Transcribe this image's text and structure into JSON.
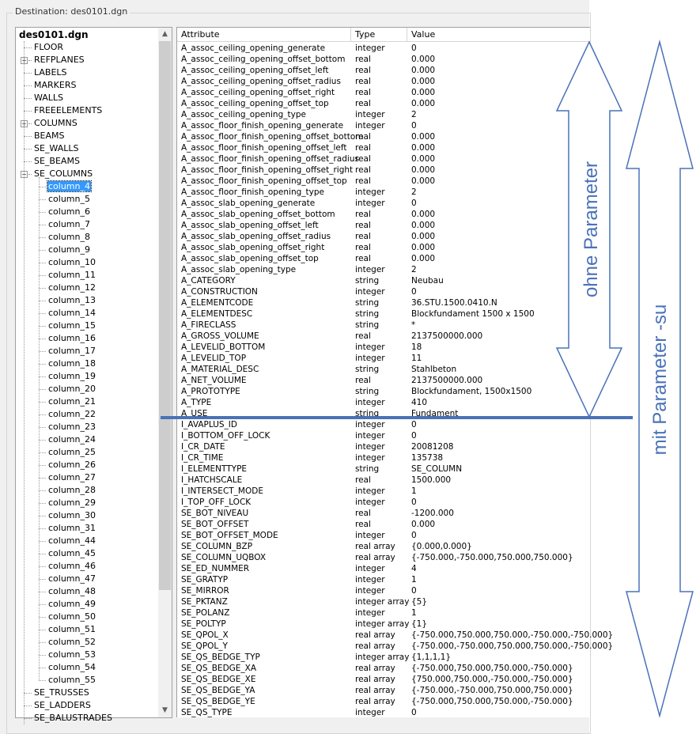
{
  "window": {
    "group_title": "Destination: des0101.dgn"
  },
  "tree": {
    "root": "des0101.dgn",
    "items": [
      {
        "label": "FLOOR",
        "expander": false
      },
      {
        "label": "REFPLANES",
        "expander": true
      },
      {
        "label": "LABELS",
        "expander": false
      },
      {
        "label": "MARKERS",
        "expander": false
      },
      {
        "label": "WALLS",
        "expander": false
      },
      {
        "label": "FREEELEMENTS",
        "expander": false
      },
      {
        "label": "COLUMNS",
        "expander": true
      },
      {
        "label": "BEAMS",
        "expander": false
      },
      {
        "label": "SE_WALLS",
        "expander": false
      },
      {
        "label": "SE_BEAMS",
        "expander": false
      },
      {
        "label": "SE_COLUMNS",
        "expander": true,
        "expanded": true
      }
    ],
    "children": [
      "column_4",
      "column_5",
      "column_6",
      "column_7",
      "column_8",
      "column_9",
      "column_10",
      "column_11",
      "column_12",
      "column_13",
      "column_14",
      "column_15",
      "column_16",
      "column_17",
      "column_18",
      "column_19",
      "column_20",
      "column_21",
      "column_22",
      "column_23",
      "column_24",
      "column_25",
      "column_26",
      "column_27",
      "column_28",
      "column_29",
      "column_30",
      "column_31",
      "column_44",
      "column_45",
      "column_46",
      "column_47",
      "column_48",
      "column_49",
      "column_50",
      "column_51",
      "column_52",
      "column_53",
      "column_54",
      "column_55"
    ],
    "selected": "column_4",
    "after": [
      "SE_TRUSSES",
      "SE_LADDERS",
      "SE_BALUSTRADES"
    ]
  },
  "table": {
    "headers": [
      "Attribute",
      "Type",
      "Value"
    ],
    "rows": [
      [
        "A_assoc_ceiling_opening_generate",
        "integer",
        "0"
      ],
      [
        "A_assoc_ceiling_opening_offset_bottom",
        "real",
        "0.000"
      ],
      [
        "A_assoc_ceiling_opening_offset_left",
        "real",
        "0.000"
      ],
      [
        "A_assoc_ceiling_opening_offset_radius",
        "real",
        "0.000"
      ],
      [
        "A_assoc_ceiling_opening_offset_right",
        "real",
        "0.000"
      ],
      [
        "A_assoc_ceiling_opening_offset_top",
        "real",
        "0.000"
      ],
      [
        "A_assoc_ceiling_opening_type",
        "integer",
        "2"
      ],
      [
        "A_assoc_floor_finish_opening_generate",
        "integer",
        "0"
      ],
      [
        "A_assoc_floor_finish_opening_offset_bottom",
        "real",
        "0.000"
      ],
      [
        "A_assoc_floor_finish_opening_offset_left",
        "real",
        "0.000"
      ],
      [
        "A_assoc_floor_finish_opening_offset_radius",
        "real",
        "0.000"
      ],
      [
        "A_assoc_floor_finish_opening_offset_right",
        "real",
        "0.000"
      ],
      [
        "A_assoc_floor_finish_opening_offset_top",
        "real",
        "0.000"
      ],
      [
        "A_assoc_floor_finish_opening_type",
        "integer",
        "2"
      ],
      [
        "A_assoc_slab_opening_generate",
        "integer",
        "0"
      ],
      [
        "A_assoc_slab_opening_offset_bottom",
        "real",
        "0.000"
      ],
      [
        "A_assoc_slab_opening_offset_left",
        "real",
        "0.000"
      ],
      [
        "A_assoc_slab_opening_offset_radius",
        "real",
        "0.000"
      ],
      [
        "A_assoc_slab_opening_offset_right",
        "real",
        "0.000"
      ],
      [
        "A_assoc_slab_opening_offset_top",
        "real",
        "0.000"
      ],
      [
        "A_assoc_slab_opening_type",
        "integer",
        "2"
      ],
      [
        "A_CATEGORY",
        "string",
        "Neubau"
      ],
      [
        "A_CONSTRUCTION",
        "integer",
        "0"
      ],
      [
        "A_ELEMENTCODE",
        "string",
        "36.STU.1500.0410.N"
      ],
      [
        "A_ELEMENTDESC",
        "string",
        "Blockfundament 1500 x 1500"
      ],
      [
        "A_FIRECLASS",
        "string",
        "*"
      ],
      [
        "A_GROSS_VOLUME",
        "real",
        "2137500000.000"
      ],
      [
        "A_LEVELID_BOTTOM",
        "integer",
        "18"
      ],
      [
        "A_LEVELID_TOP",
        "integer",
        "11"
      ],
      [
        "A_MATERIAL_DESC",
        "string",
        "Stahlbeton"
      ],
      [
        "A_NET_VOLUME",
        "real",
        "2137500000.000"
      ],
      [
        "A_PROTOTYPE",
        "string",
        "Blockfundament, 1500x1500"
      ],
      [
        "A_TYPE",
        "integer",
        "410"
      ],
      [
        "A_USE",
        "string",
        "Fundament"
      ],
      [
        "I_AVAPLUS_ID",
        "integer",
        "0"
      ],
      [
        "I_BOTTOM_OFF_LOCK",
        "integer",
        "0"
      ],
      [
        "I_CR_DATE",
        "integer",
        "20081208"
      ],
      [
        "I_CR_TIME",
        "integer",
        "135738"
      ],
      [
        "I_ELEMENTTYPE",
        "string",
        "SE_COLUMN"
      ],
      [
        "I_HATCHSCALE",
        "real",
        "1500.000"
      ],
      [
        "I_INTERSECT_MODE",
        "integer",
        "1"
      ],
      [
        "I_TOP_OFF_LOCK",
        "integer",
        "0"
      ],
      [
        "SE_BOT_NIVEAU",
        "real",
        "-1200.000"
      ],
      [
        "SE_BOT_OFFSET",
        "real",
        "0.000"
      ],
      [
        "SE_BOT_OFFSET_MODE",
        "integer",
        "0"
      ],
      [
        "SE_COLUMN_BZP",
        "real array",
        "{0.000,0.000}"
      ],
      [
        "SE_COLUMN_UQBOX",
        "real array",
        "{-750.000,-750.000,750.000,750.000}"
      ],
      [
        "SE_ED_NUMMER",
        "integer",
        "4"
      ],
      [
        "SE_GRATYP",
        "integer",
        "1"
      ],
      [
        "SE_MIRROR",
        "integer",
        "0"
      ],
      [
        "SE_PKTANZ",
        "integer array",
        "{5}"
      ],
      [
        "SE_POLANZ",
        "integer",
        "1"
      ],
      [
        "SE_POLTYP",
        "integer array",
        "{1}"
      ],
      [
        "SE_QPOL_X",
        "real array",
        "{-750.000,750.000,750.000,-750.000,-750.000}"
      ],
      [
        "SE_QPOL_Y",
        "real array",
        "{-750.000,-750.000,750.000,750.000,-750.000}"
      ],
      [
        "SE_QS_BEDGE_TYP",
        "integer array",
        "{1,1,1,1}"
      ],
      [
        "SE_QS_BEDGE_XA",
        "real array",
        "{-750.000,750.000,750.000,-750.000}"
      ],
      [
        "SE_QS_BEDGE_XE",
        "real array",
        "{750.000,750.000,-750.000,-750.000}"
      ],
      [
        "SE_QS_BEDGE_YA",
        "real array",
        "{-750.000,-750.000,750.000,750.000}"
      ],
      [
        "SE_QS_BEDGE_YE",
        "real array",
        "{-750.000,750.000,750.000,-750.000}"
      ],
      [
        "SE_QS_TYPE",
        "integer",
        "0"
      ]
    ]
  },
  "annotations": {
    "ohne_label": "ohne Parameter",
    "mit_label": "mit Parameter -su",
    "color": "#4a72b8"
  }
}
